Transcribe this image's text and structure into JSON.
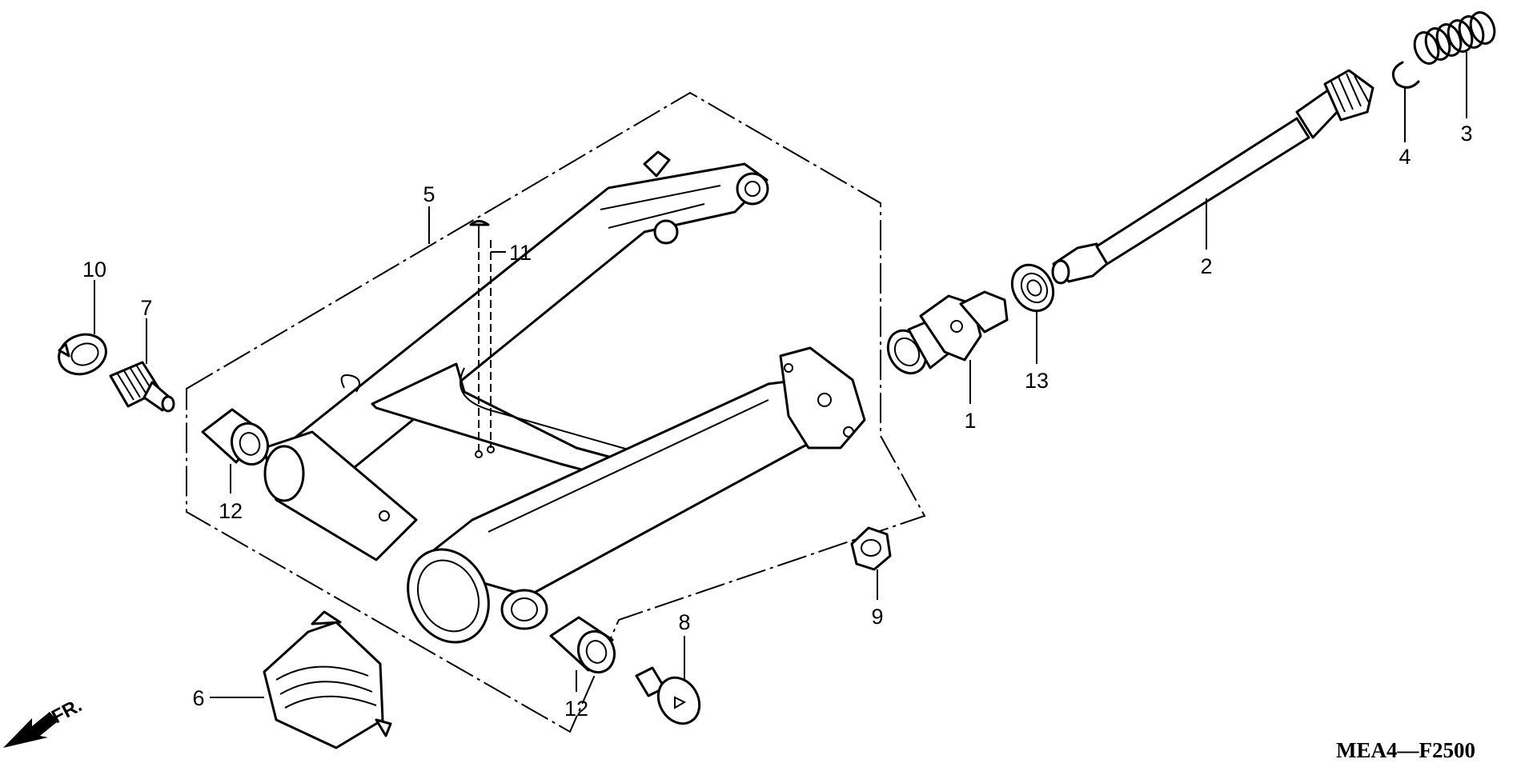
{
  "diagram": {
    "code": "MEA4—F2500",
    "front_arrow": "FR."
  },
  "callouts": {
    "p1": "1",
    "p2": "2",
    "p3": "3",
    "p4": "4",
    "p5": "5",
    "p6": "6",
    "p7": "7",
    "p8": "8",
    "p9": "9",
    "p10": "10",
    "p11": "11",
    "p12a": "12",
    "p12b": "12",
    "p13": "13"
  }
}
